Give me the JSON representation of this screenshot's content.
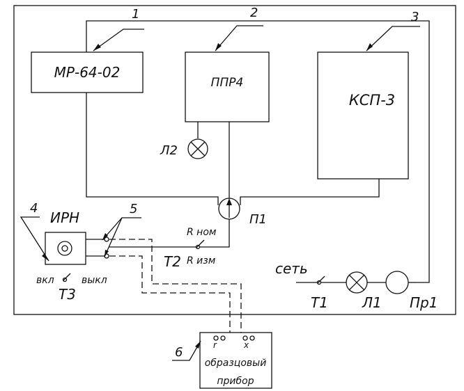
{
  "blocks": {
    "mr": "МР-64-02",
    "ppr": "ППР4",
    "ksp": "КСП-3",
    "sample": {
      "line1": "образцовый",
      "line2": "прибор"
    }
  },
  "callouts": [
    "1",
    "2",
    "3",
    "4",
    "5",
    "6"
  ],
  "components": {
    "l2": "Л2",
    "p1": "П1",
    "irn": "ИРН",
    "r_nom": "R ном",
    "r_izm": "R изм",
    "t2": "Т2",
    "vkl": "вкл",
    "vykl": "выкл",
    "t3": "Т3",
    "set": "сеть",
    "t1": "Т1",
    "l1": "Л1",
    "pr1": "Пр1",
    "term_r": "r",
    "term_x": "x"
  }
}
